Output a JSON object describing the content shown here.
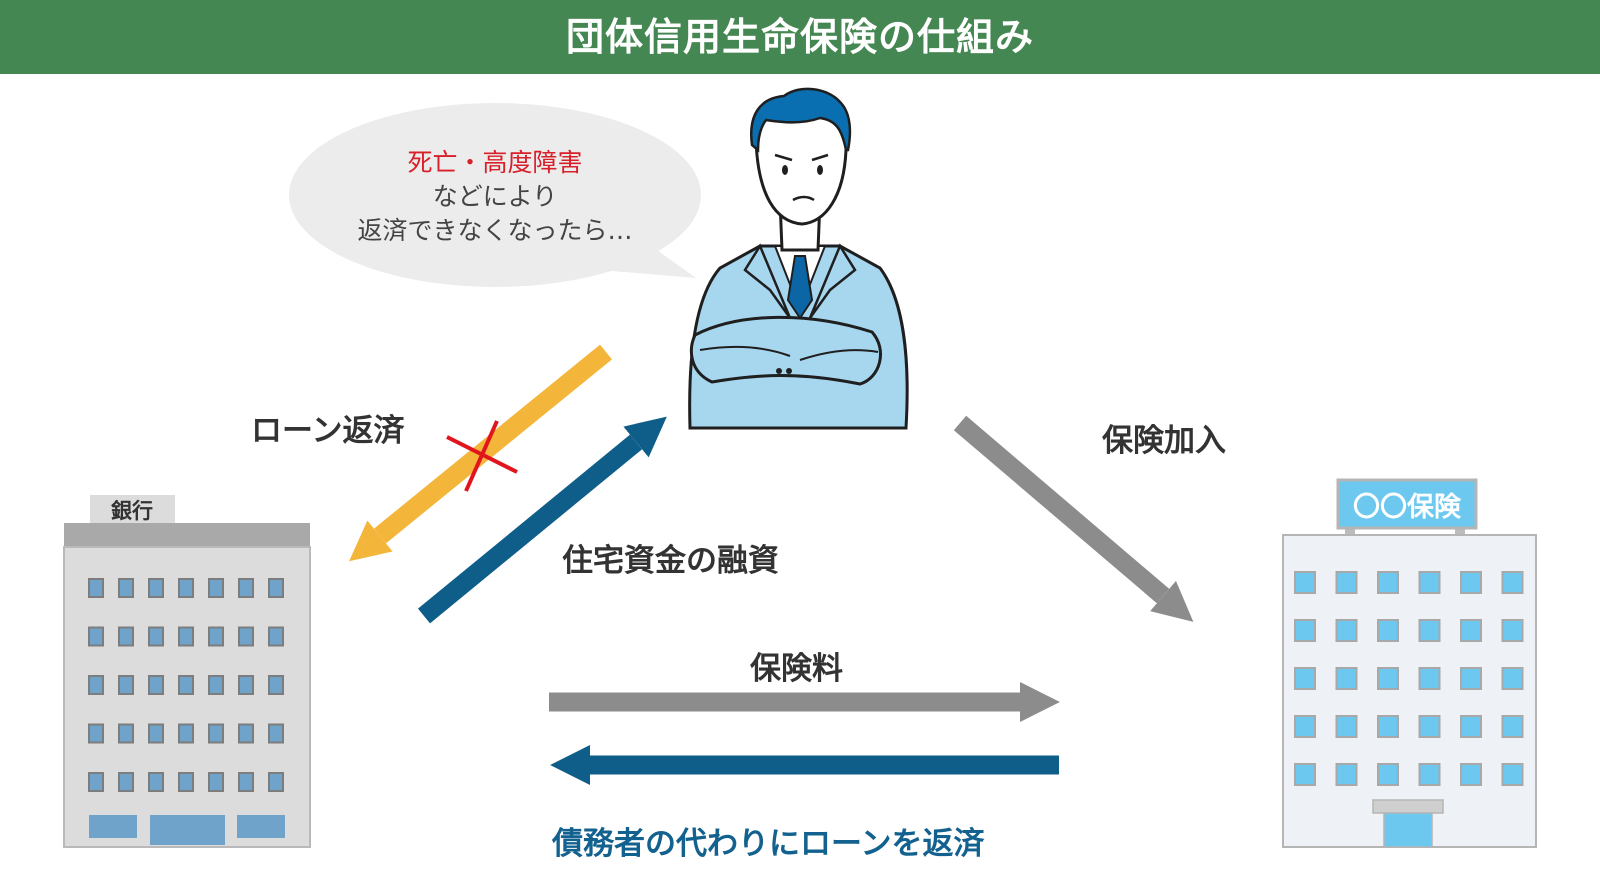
{
  "title": "団体信用生命保険の仕組み",
  "bubble": {
    "line1": "死亡・高度障害",
    "line2": "などにより",
    "line3": "返済できなくなったら…"
  },
  "bank": {
    "sign": "銀行"
  },
  "insurer": {
    "sign": "〇〇保険"
  },
  "arrows": {
    "loan_repayment": "ローン返済",
    "housing_loan": "住宅資金の融資",
    "enrollment": "保険加入",
    "premium": "保険料",
    "repay_on_behalf": "債務者の代わりにローンを返済"
  },
  "colors": {
    "header": "#458752",
    "yellow_arrow": "#f4b63a",
    "blue_arrow": "#0e5e89",
    "gray_arrow": "#8c8c8c",
    "cross": "#e2141c",
    "blue_text": "#13618e",
    "suit": "#a7d6ef"
  }
}
